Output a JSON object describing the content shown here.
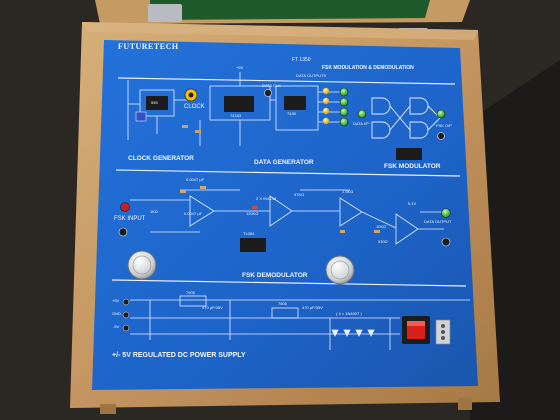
{
  "panel": {
    "brand": "FUTURETECH",
    "model": "FT 1350",
    "title": "FSK MODULATION & DEMODULATION"
  },
  "sections": {
    "clock_generator": "CLOCK GENERATOR",
    "data_generator": "DATA GENERATOR",
    "fsk_modulator": "FSK MODULATOR",
    "fsk_demodulator": "FSK DEMODULATOR",
    "power_supply": "+/- 5V REGULATED DC POWER SUPPLY"
  },
  "labels": {
    "clock": "CLOCK",
    "ic_555": "555",
    "vcc": "+5V",
    "ic_74163": "74163",
    "ic_7495": "7495",
    "data_clk": "DATA CLK",
    "data_outputs": "DATA OUTPUTS",
    "data_ip": "DATA I/P",
    "fsk_op": "FSK O/P",
    "fsk_input": "FSK INPUT",
    "tl084": "TL084",
    "data_output": "DATA OUTPUT",
    "diodes": "2 X IN4148",
    "r_47k": "47KΩ",
    "r_1k": "1KΩ",
    "r_10k": "10KΩ",
    "r_120k": "120KΩ",
    "r_1_5k": "1.5KΩ",
    "c_0_0047": "0.0047 µF",
    "c_0_0047b": "0.0047 µF",
    "r_330": "330Ω",
    "ic_7905": "7905",
    "ic_7805": "7805",
    "cap_470": "470 µF/35V",
    "cap_470b": "470 µF/35V",
    "bridge": "( 4 × 1N4007 )",
    "gnd": "GND",
    "plus5": "+5V",
    "minus5": "-5V",
    "v_5_1": "5.1V"
  },
  "colors": {
    "panel_blue": "#1f67cf",
    "wood": "#c9a06a",
    "green_lid": "#1e5a2c",
    "led_green": "#38c23c",
    "led_yellow": "#f0c800",
    "switch_red": "#d8201a"
  }
}
